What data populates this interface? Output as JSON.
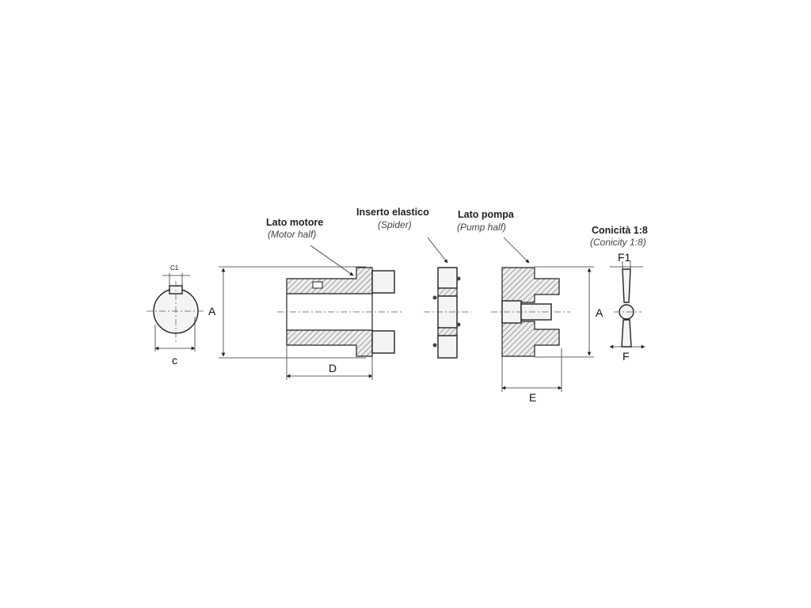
{
  "labels": {
    "motor": {
      "title": "Lato motore",
      "subtitle": "(Motor half)"
    },
    "spider": {
      "title": "Inserto elastico",
      "subtitle": "(Spider)"
    },
    "pump": {
      "title": "Lato pompa",
      "subtitle": "(Pump half)"
    },
    "taper": {
      "title": "Conicità 1:8",
      "subtitle": "(Conicity 1:8)"
    }
  },
  "dimensions": {
    "c1": "C1",
    "c": "c",
    "a_left": "A",
    "d": "D",
    "a_right": "A",
    "e": "E",
    "f1": "F1",
    "f": "F"
  }
}
